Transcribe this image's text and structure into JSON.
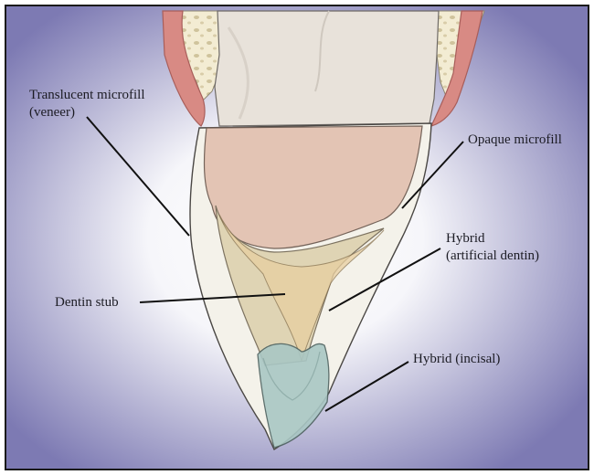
{
  "figure": {
    "labels": {
      "translucent_microfill": [
        "Translucent microfill",
        "(veneer)"
      ],
      "opaque_microfill": [
        "Opaque microfill"
      ],
      "hybrid_dentin": [
        "Hybrid",
        "(artificial dentin)"
      ],
      "dentin_stub": [
        "Dentin stub"
      ],
      "hybrid_incisal": [
        "Hybrid (incisal)"
      ]
    },
    "colors": {
      "background_center": "#ffffff",
      "background_edge": "#7d7ab3",
      "gingiva": "#d88a84",
      "bone": "#f3ecd3",
      "enamel_veneer": "#f4f2ea",
      "opaque_layer": "#e3c2b2",
      "dentin_stub": "#dfd4b4",
      "hybrid_dentin": "#e8cfa0",
      "incisal": "#a9c7c4",
      "leader_line": "#111111"
    }
  }
}
